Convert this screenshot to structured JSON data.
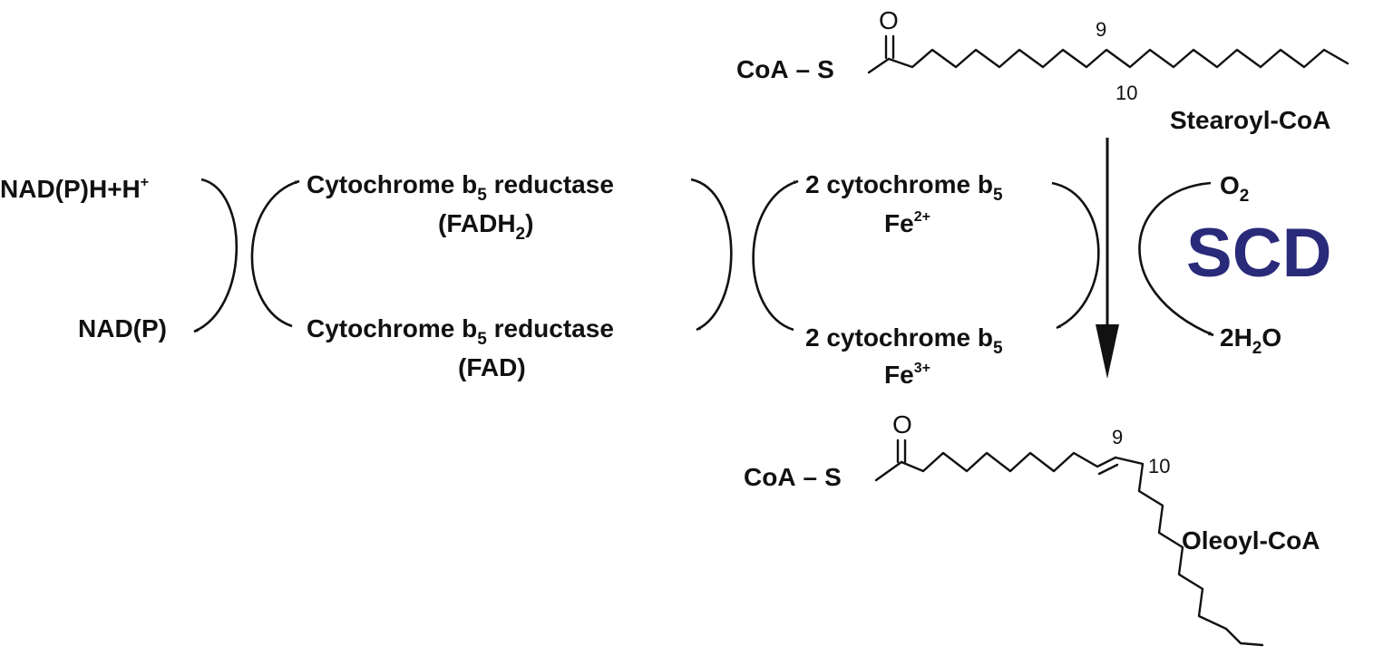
{
  "molecules": {
    "stearoyl": {
      "coa": "CoA",
      "dash": "–",
      "sulfur": "S",
      "oxygen": "O",
      "label": "Stearoyl-CoA",
      "c9": "9",
      "c10": "10"
    },
    "oleoyl": {
      "coa": "CoA",
      "dash": "–",
      "sulfur": "S",
      "oxygen": "O",
      "label": "Oleoyl-CoA",
      "c9": "9",
      "c10": "10"
    }
  },
  "cofactors": {
    "nadph": {
      "base": "NAD(P)H+H",
      "sup": "+"
    },
    "nadp": "NAD(P)",
    "o2": {
      "base": "O",
      "sub": "2"
    },
    "water": {
      "pre": "2H",
      "sub": "2",
      "post": "O"
    }
  },
  "reductase": {
    "reduced": {
      "a": "Cytochrome b",
      "sub": "5",
      "b": " reductase",
      "cof_pre": "(FADH",
      "cof_sub": "2",
      "cof_post": ")"
    },
    "oxidized": {
      "a": "Cytochrome b",
      "sub": "5",
      "b": " reductase",
      "cof": "(FAD)"
    }
  },
  "cytb5": {
    "reduced": {
      "a": "2 cytochrome b",
      "sub": "5",
      "ion": "Fe",
      "ion_sup": "2+"
    },
    "oxidized": {
      "a": "2 cytochrome b",
      "sub": "5",
      "ion": "Fe",
      "ion_sup": "3+"
    }
  },
  "enzyme": {
    "name": "SCD",
    "color": "#2a2a7a"
  }
}
